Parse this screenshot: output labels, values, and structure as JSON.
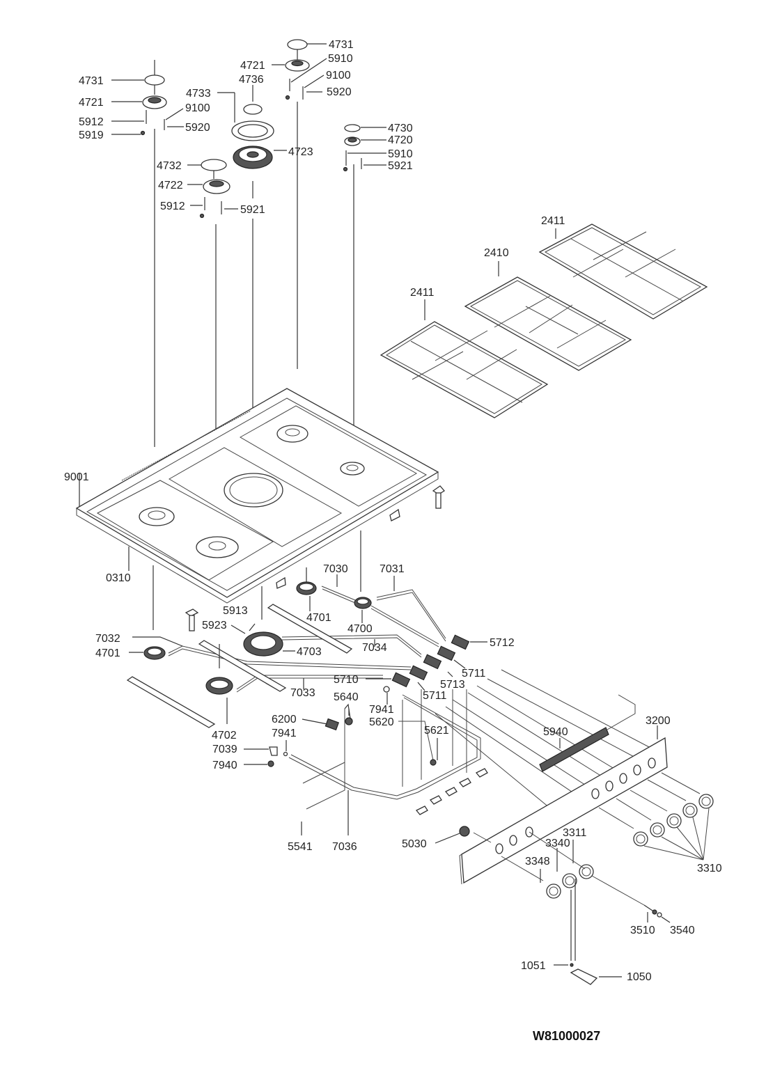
{
  "diagram": {
    "title": "Gas hob exploded parts diagram",
    "drawing_code": "W81000027",
    "labels": [
      {
        "id": "l1",
        "text": "4731"
      },
      {
        "id": "l2",
        "text": "4721"
      },
      {
        "id": "l3",
        "text": "5912"
      },
      {
        "id": "l4",
        "text": "5919"
      },
      {
        "id": "l5",
        "text": "9100"
      },
      {
        "id": "l6",
        "text": "5920"
      },
      {
        "id": "l7",
        "text": "4733"
      },
      {
        "id": "l8",
        "text": "4736"
      },
      {
        "id": "l9",
        "text": "4723"
      },
      {
        "id": "l10",
        "text": "4732"
      },
      {
        "id": "l11",
        "text": "4722"
      },
      {
        "id": "l12",
        "text": "5912"
      },
      {
        "id": "l13",
        "text": "5921"
      },
      {
        "id": "l14",
        "text": "4731"
      },
      {
        "id": "l15",
        "text": "4721"
      },
      {
        "id": "l16",
        "text": "5910"
      },
      {
        "id": "l17",
        "text": "9100"
      },
      {
        "id": "l18",
        "text": "5920"
      },
      {
        "id": "l19",
        "text": "4730"
      },
      {
        "id": "l20",
        "text": "4720"
      },
      {
        "id": "l21",
        "text": "5910"
      },
      {
        "id": "l22",
        "text": "5921"
      },
      {
        "id": "l23",
        "text": "2411"
      },
      {
        "id": "l24",
        "text": "2410"
      },
      {
        "id": "l25",
        "text": "2411"
      },
      {
        "id": "l26",
        "text": "9001"
      },
      {
        "id": "l27",
        "text": "0310"
      },
      {
        "id": "l28",
        "text": "7030"
      },
      {
        "id": "l29",
        "text": "7031"
      },
      {
        "id": "l30",
        "text": "4701"
      },
      {
        "id": "l31",
        "text": "4700"
      },
      {
        "id": "l32",
        "text": "5712"
      },
      {
        "id": "l33",
        "text": "5913"
      },
      {
        "id": "l34",
        "text": "5923"
      },
      {
        "id": "l35",
        "text": "7032"
      },
      {
        "id": "l36",
        "text": "4701"
      },
      {
        "id": "l37",
        "text": "4703"
      },
      {
        "id": "l38",
        "text": "7034"
      },
      {
        "id": "l39",
        "text": "5711"
      },
      {
        "id": "l40",
        "text": "5713"
      },
      {
        "id": "l41",
        "text": "7033"
      },
      {
        "id": "l42",
        "text": "5710"
      },
      {
        "id": "l43",
        "text": "5711"
      },
      {
        "id": "l44",
        "text": "5640"
      },
      {
        "id": "l45",
        "text": "7941"
      },
      {
        "id": "l46",
        "text": "5620"
      },
      {
        "id": "l47",
        "text": "4702"
      },
      {
        "id": "l48",
        "text": "6200"
      },
      {
        "id": "l49",
        "text": "7941"
      },
      {
        "id": "l50",
        "text": "7039"
      },
      {
        "id": "l51",
        "text": "7940"
      },
      {
        "id": "l52",
        "text": "5621"
      },
      {
        "id": "l53",
        "text": "5940"
      },
      {
        "id": "l54",
        "text": "3200"
      },
      {
        "id": "l55",
        "text": "5541"
      },
      {
        "id": "l56",
        "text": "7036"
      },
      {
        "id": "l57",
        "text": "5030"
      },
      {
        "id": "l58",
        "text": "3311"
      },
      {
        "id": "l59",
        "text": "3340"
      },
      {
        "id": "l60",
        "text": "3348"
      },
      {
        "id": "l61",
        "text": "3310"
      },
      {
        "id": "l62",
        "text": "3510"
      },
      {
        "id": "l63",
        "text": "3540"
      },
      {
        "id": "l64",
        "text": "1051"
      },
      {
        "id": "l65",
        "text": "1050"
      }
    ]
  }
}
